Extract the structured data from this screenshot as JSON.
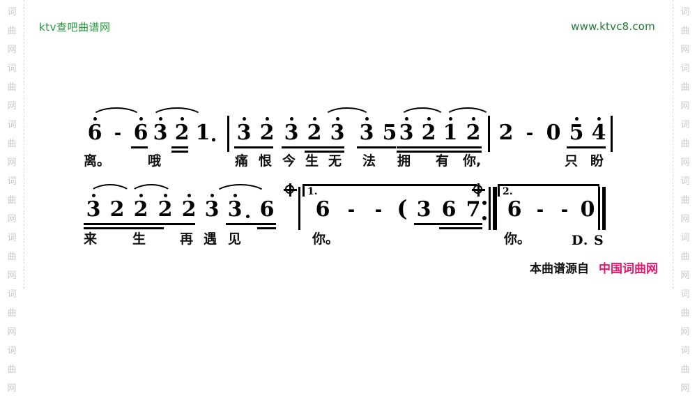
{
  "header": {
    "site_label": "ktv查吧曲谱网",
    "site_url": "www.ktvc8.com",
    "site_label_color": "#1f9c3a",
    "site_url_color": "#1f7a33"
  },
  "watermark": {
    "characters": [
      "词",
      "曲",
      "网"
    ],
    "repeats": 7,
    "color": "#c9c9c9"
  },
  "footer": {
    "source_prefix": "本曲谱源自",
    "source_name": "中国词曲网",
    "source_name_color": "#e5176c"
  },
  "score": {
    "notation_type": "jianpu",
    "systems": [
      {
        "id": "system-1",
        "notes": [
          {
            "text": "6",
            "octave": "high",
            "dotted": false
          },
          {
            "text": "-",
            "octave": "none",
            "dotted": false
          },
          {
            "text": "6",
            "octave": "high",
            "dotted": false
          },
          {
            "text": "3",
            "octave": "high",
            "dotted": false
          },
          {
            "text": "2",
            "octave": "high",
            "dotted": false
          },
          {
            "text": "1",
            "octave": "none",
            "dotted": true
          },
          {
            "text": "3",
            "octave": "high",
            "dotted": false
          },
          {
            "text": "2",
            "octave": "high",
            "dotted": false
          },
          {
            "text": "3",
            "octave": "high",
            "dotted": false
          },
          {
            "text": "2",
            "octave": "high",
            "dotted": false
          },
          {
            "text": "3",
            "octave": "high",
            "dotted": false
          },
          {
            "text": "3",
            "octave": "high",
            "dotted": false
          },
          {
            "text": "5",
            "octave": "none",
            "dotted": false
          },
          {
            "text": "3",
            "octave": "high",
            "dotted": false
          },
          {
            "text": "2",
            "octave": "high",
            "dotted": false
          },
          {
            "text": "1",
            "octave": "high",
            "dotted": false
          },
          {
            "text": "2",
            "octave": "high",
            "dotted": false
          },
          {
            "text": "2",
            "octave": "none",
            "dotted": false
          },
          {
            "text": "-",
            "octave": "none",
            "dotted": false
          },
          {
            "text": "0",
            "octave": "none",
            "dotted": false
          },
          {
            "text": "5",
            "octave": "high",
            "dotted": false
          },
          {
            "text": "4",
            "octave": "high",
            "dotted": false
          }
        ],
        "lyrics": [
          "离。",
          "哦",
          "痛",
          "恨",
          "今",
          "生",
          "无",
          "法",
          "拥",
          "有",
          "你,",
          "只",
          "盼"
        ]
      },
      {
        "id": "system-2",
        "notes": [
          {
            "text": "3",
            "octave": "high",
            "dotted": false
          },
          {
            "text": "2",
            "octave": "none",
            "dotted": false
          },
          {
            "text": "2",
            "octave": "high",
            "dotted": false
          },
          {
            "text": "2",
            "octave": "high",
            "dotted": false
          },
          {
            "text": "2",
            "octave": "high",
            "dotted": false
          },
          {
            "text": "3",
            "octave": "high",
            "dotted": false
          },
          {
            "text": "3",
            "octave": "high",
            "dotted": true
          },
          {
            "text": "6",
            "octave": "none",
            "dotted": false
          },
          {
            "text": "6",
            "octave": "none",
            "dotted": false
          },
          {
            "text": "-",
            "octave": "none",
            "dotted": false
          },
          {
            "text": "-",
            "octave": "none",
            "dotted": false
          },
          {
            "text": "(",
            "octave": "none",
            "dotted": false
          },
          {
            "text": "3",
            "octave": "none",
            "dotted": false
          },
          {
            "text": "6",
            "octave": "none",
            "dotted": false
          },
          {
            "text": "7",
            "octave": "none",
            "dotted": false
          },
          {
            "text": "6",
            "octave": "none",
            "dotted": false
          },
          {
            "text": "-",
            "octave": "none",
            "dotted": false
          },
          {
            "text": "-",
            "octave": "none",
            "dotted": false
          },
          {
            "text": "0",
            "octave": "none",
            "dotted": false
          }
        ],
        "lyrics": [
          "来",
          "生",
          "再",
          "遇",
          "见",
          "你。",
          "你。"
        ],
        "volta_1_label": "1.",
        "volta_2_label": "2.",
        "navigation_mark": "D. S"
      }
    ]
  }
}
